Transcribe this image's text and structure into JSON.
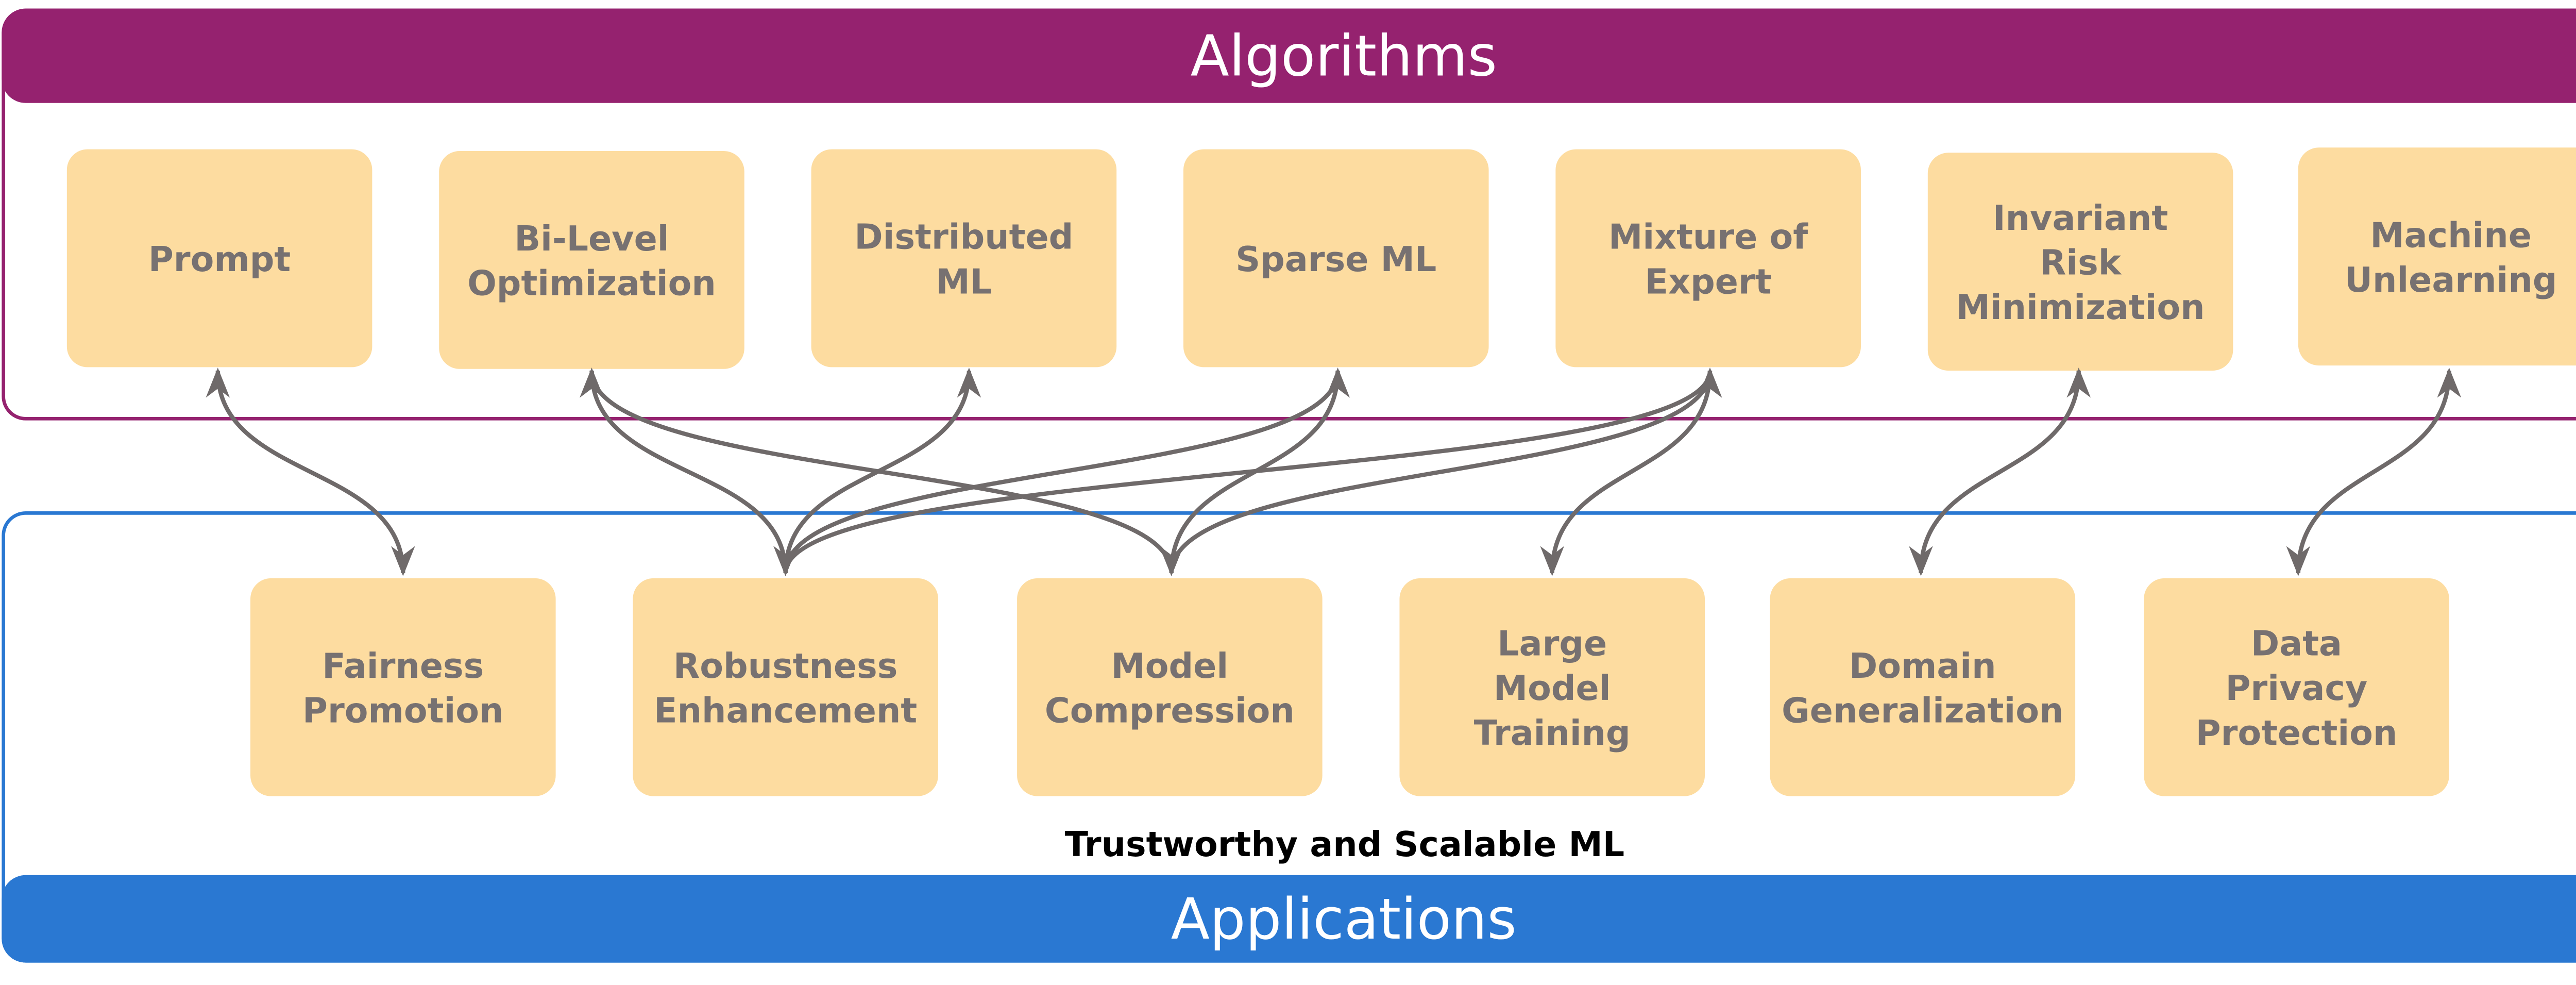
{
  "algorithms": {
    "title": "Algorithms",
    "items": [
      {
        "label": "Prompt"
      },
      {
        "label": "Bi-Level\nOptimization"
      },
      {
        "label": "Distributed\nML"
      },
      {
        "label": "Sparse ML"
      },
      {
        "label": "Mixture of\nExpert"
      },
      {
        "label": "Invariant\nRisk\nMinimization"
      },
      {
        "label": "Machine\nUnlearning"
      }
    ]
  },
  "applications": {
    "title": "Applications",
    "subtitle": "Trustworthy and Scalable ML",
    "items": [
      {
        "label": "Fairness\nPromotion"
      },
      {
        "label": "Robustness\nEnhancement"
      },
      {
        "label": "Model\nCompression"
      },
      {
        "label": "Large\nModel\nTraining"
      },
      {
        "label": "Domain\nGeneralization"
      },
      {
        "label": "Data\nPrivacy\nProtection"
      }
    ]
  },
  "connections": [
    [
      "Prompt",
      "Fairness Promotion"
    ],
    [
      "Bi-Level Optimization",
      "Robustness Enhancement"
    ],
    [
      "Bi-Level Optimization",
      "Model Compression"
    ],
    [
      "Distributed ML",
      "Robustness Enhancement"
    ],
    [
      "Sparse ML",
      "Robustness Enhancement"
    ],
    [
      "Sparse ML",
      "Model Compression"
    ],
    [
      "Mixture of Expert",
      "Robustness Enhancement"
    ],
    [
      "Mixture of Expert",
      "Model Compression"
    ],
    [
      "Mixture of Expert",
      "Large Model Training"
    ],
    [
      "Invariant Risk Minimization",
      "Domain Generalization"
    ],
    [
      "Machine Unlearning",
      "Data Privacy Protection"
    ]
  ],
  "colors": {
    "algorithms": "#95226f",
    "applications": "#2a78d2",
    "box": "#fddca0",
    "text": "#777171",
    "arrow": "#6f6a6a"
  }
}
